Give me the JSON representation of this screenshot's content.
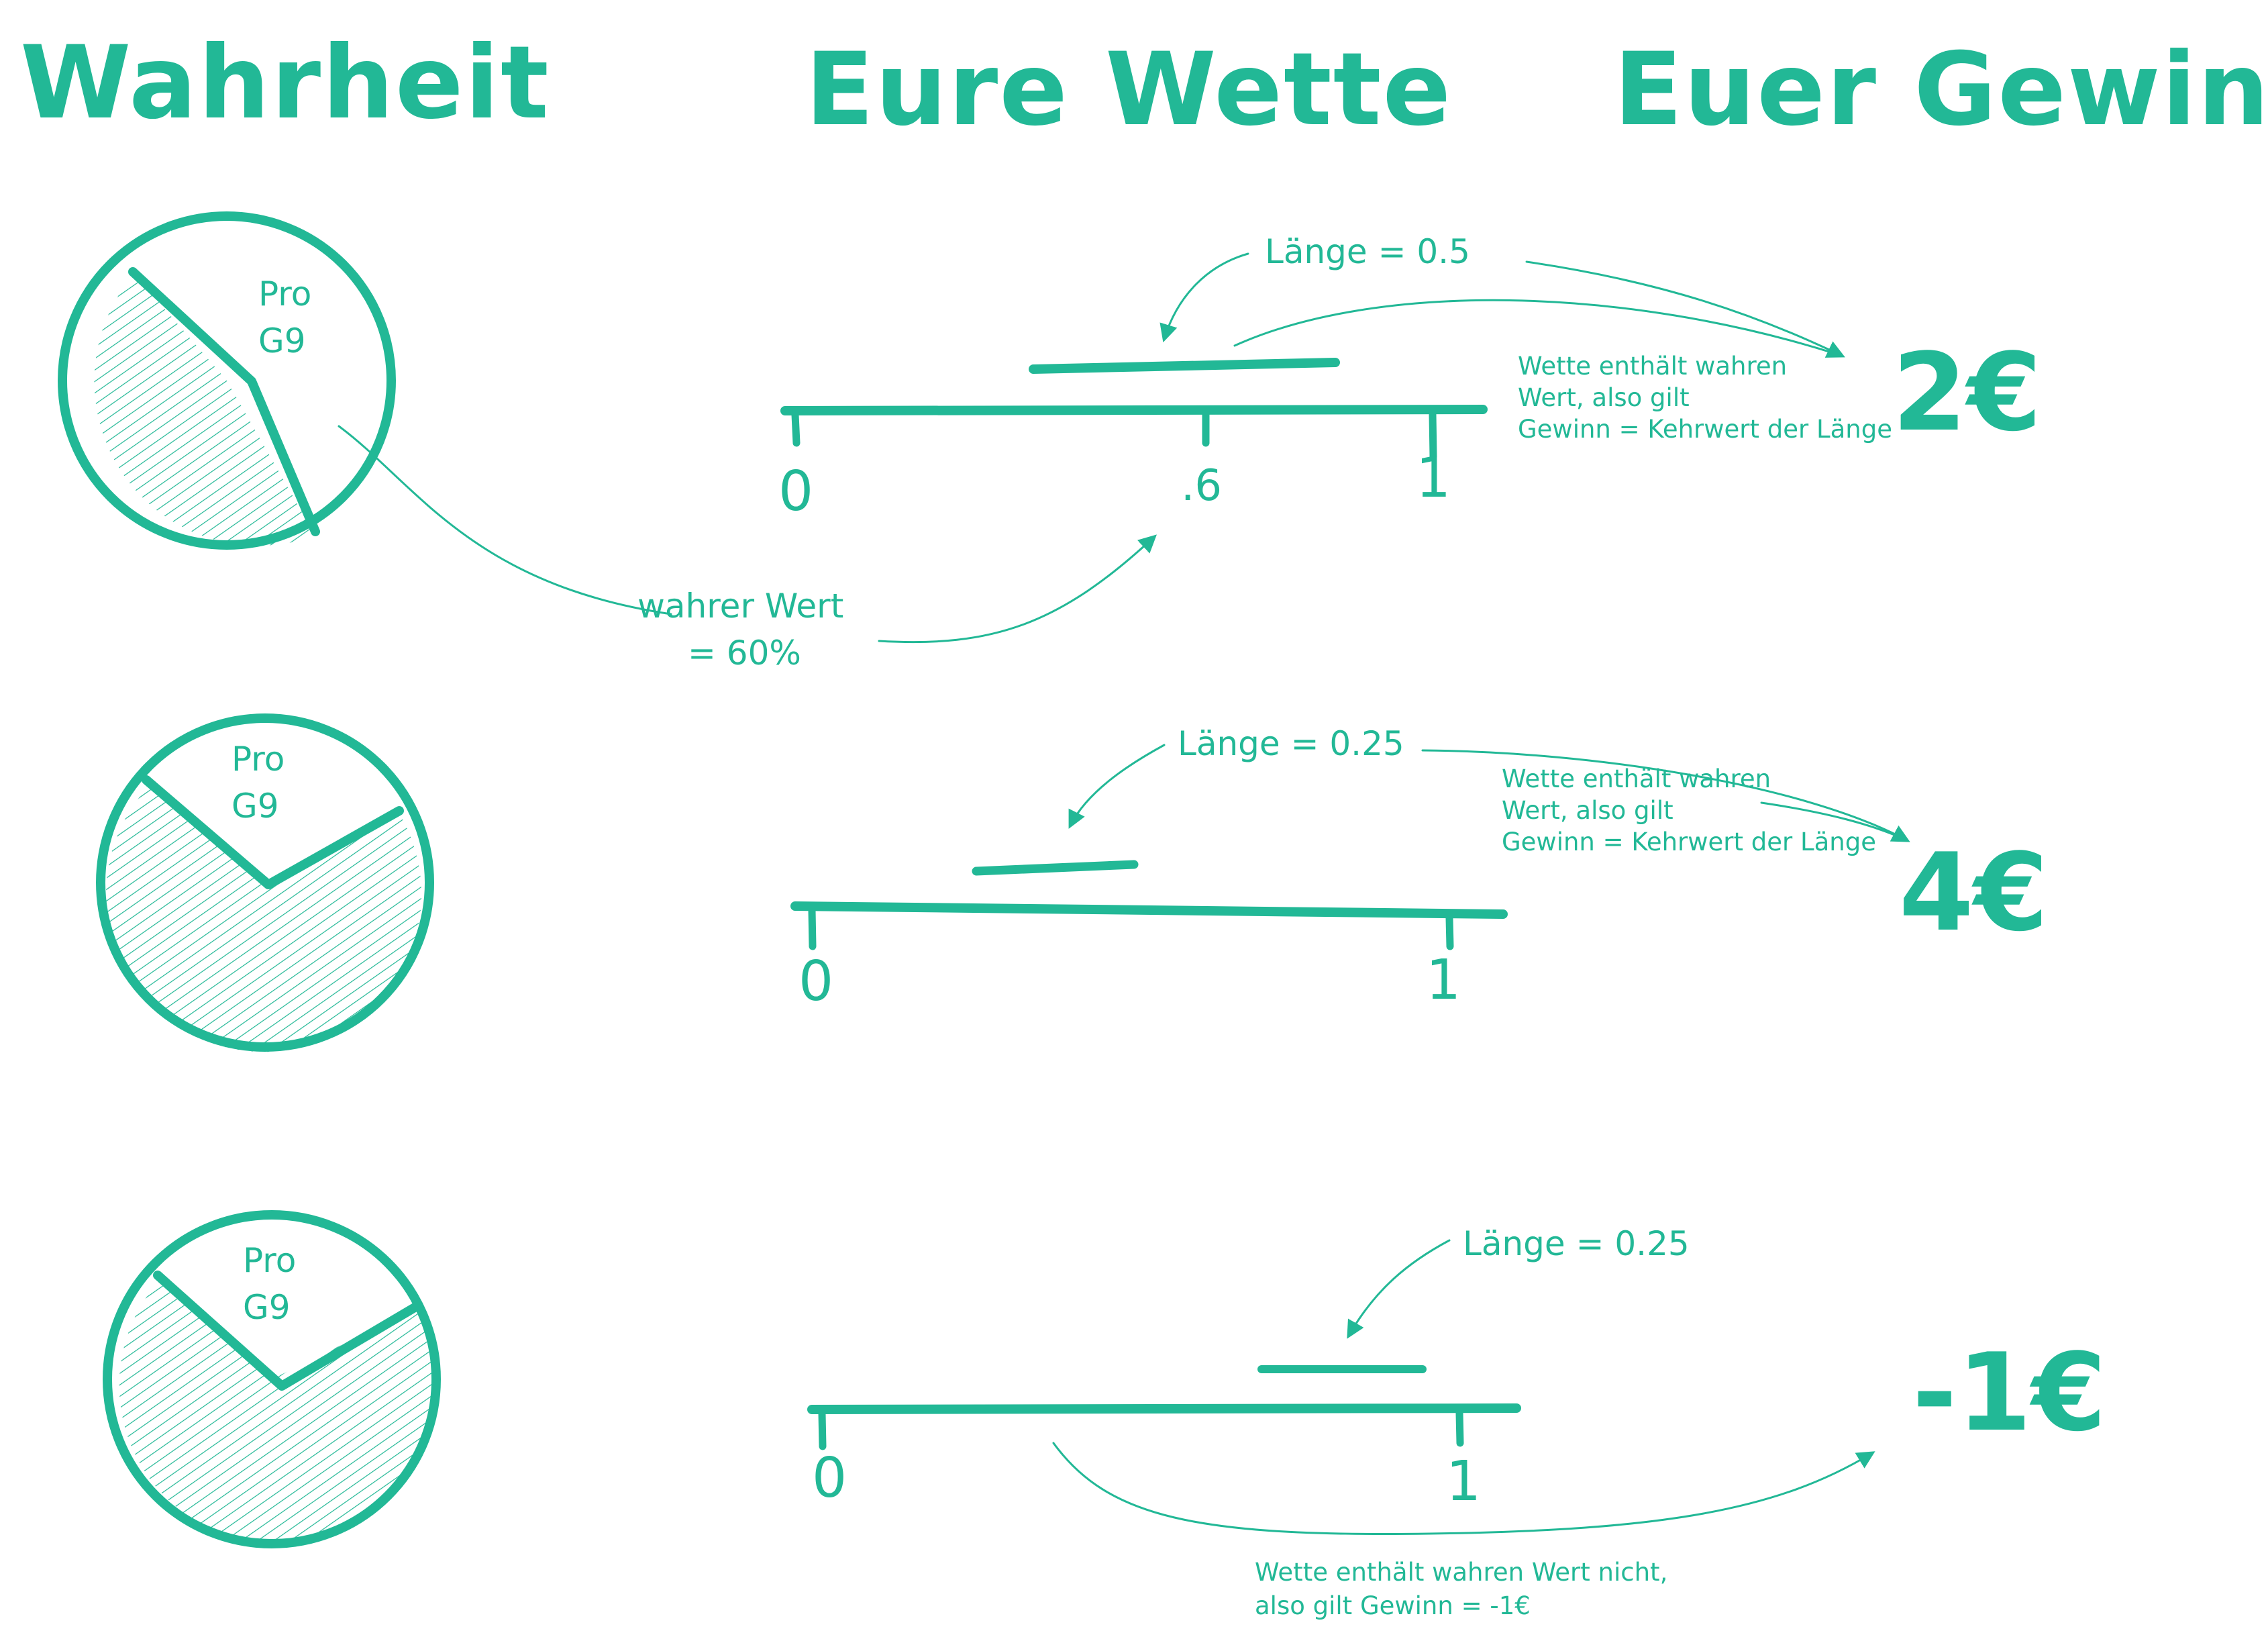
{
  "headers": {
    "truth": "Wahrheit",
    "bet": "Eure Wette",
    "win": "Euer Gewinn"
  },
  "pie_label": {
    "line1": "Pro",
    "line2": "G9"
  },
  "scenarios": [
    {
      "length_label": "Länge = 0.5",
      "note": [
        "Wette enthält wahren",
        "Wert, also gilt",
        "Gewinn = Kehrwert der Länge"
      ],
      "ticks": [
        "0",
        ".6",
        "1"
      ],
      "result": "2€",
      "true_value_label": [
        "wahrer Wert",
        "= 60%"
      ]
    },
    {
      "length_label": "Länge = 0.25",
      "note": [
        "Wette enthält wahren",
        "Wert, also gilt",
        "Gewinn = Kehrwert der Länge"
      ],
      "ticks": [
        "0",
        "1"
      ],
      "result": "4€"
    },
    {
      "length_label": "Länge = 0.25",
      "note": [
        "Wette enthält wahren Wert nicht,",
        "also gilt Gewinn = -1€"
      ],
      "ticks": [
        "0",
        "1"
      ],
      "result": "-1€"
    }
  ],
  "accent_color": "#22b896"
}
